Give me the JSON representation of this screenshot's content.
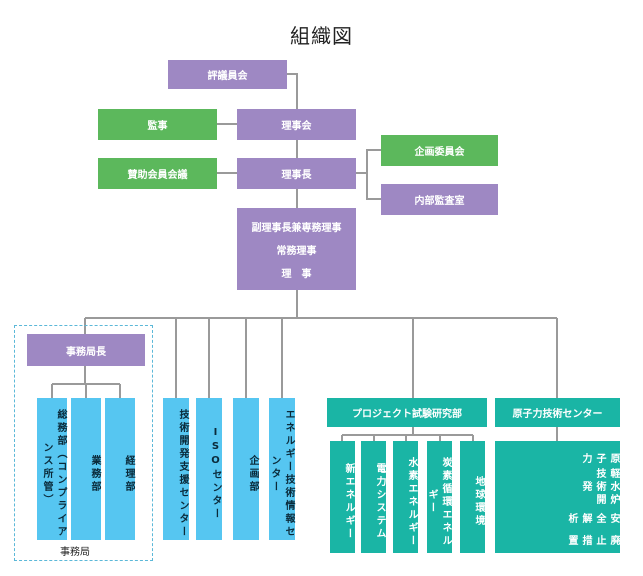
{
  "title": "組織図",
  "nodes": {
    "hyogiinkai": "評議員会",
    "kanji": "監事",
    "rijikai": "理事会",
    "kikaku_iinkai": "企画委員会",
    "sanjo_kaiin": "賛助会員会議",
    "rijicho": "理事長",
    "naibu_kansa": "内部監査室",
    "fuku_rijicho": "副理事長兼専務理事",
    "jomu_riji": "常務理事",
    "riji": "理　事",
    "jimukyokucho": "事務局長",
    "somubu": "総務部（コンプライアンス所管）",
    "gyomubu": "業務部",
    "keiribu": "経理部",
    "gijutsu_kaihatsu": "技術開発支援センター",
    "iso_center": "ISOセンター",
    "kikakubu": "企画部",
    "energy_info": "エネルギー技術情報センター",
    "project_lab": "プロジェクト試験研究部",
    "shin_energy": "新エネルギー",
    "denryoku": "電力システム",
    "suiso": "水素エネルギー",
    "tanso": "炭素循環エネルギー",
    "chikyu": "地球環境",
    "genshiryoku_center": "原子力技術センター",
    "genshiryoku": "原子力",
    "keisui": "軽水炉技術開発",
    "anzen": "安全解析",
    "haishi": "廃止措置"
  },
  "jimukyoku_label": "事務局"
}
